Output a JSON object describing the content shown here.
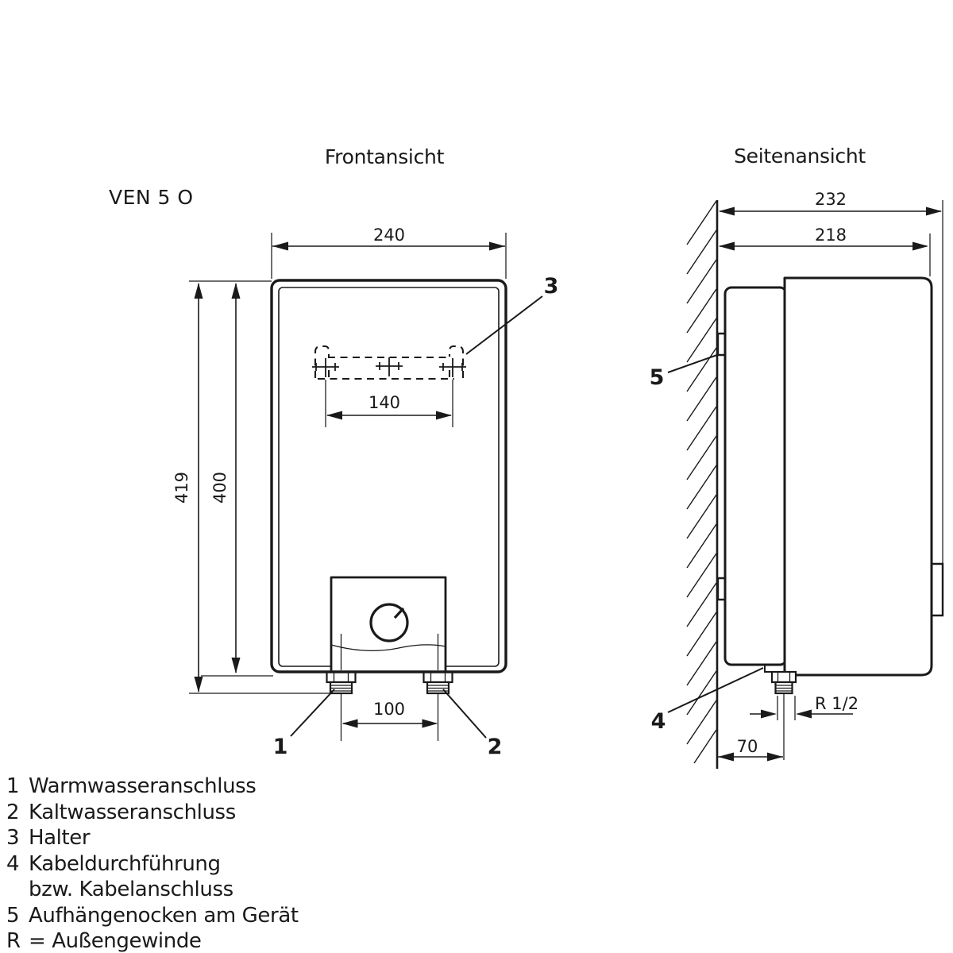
{
  "drawing": {
    "model": "VEN 5 O",
    "views": {
      "front": {
        "title": "Frontansicht"
      },
      "side": {
        "title": "Seitenansicht"
      }
    },
    "dimensions": {
      "front_width": "240",
      "bracket_width": "140",
      "height_total": "419",
      "height_body": "400",
      "connection_spacing": "100",
      "depth_total": "232",
      "depth_body": "218",
      "wall_to_pipe": "70",
      "thread_label": "R 1/2"
    },
    "callouts": {
      "c1": "1",
      "c2": "2",
      "c3": "3",
      "c4": "4",
      "c5": "5"
    },
    "legend": {
      "items": [
        {
          "key": "1",
          "label": "Warmwasseranschluss"
        },
        {
          "key": "2",
          "label": "Kaltwasseranschluss"
        },
        {
          "key": "3",
          "label": "Halter"
        },
        {
          "key": "4",
          "label": "Kabeldurchführung"
        },
        {
          "key": "",
          "label": "bzw. Kabelanschluss"
        },
        {
          "key": "5",
          "label": "Aufhängenocken am Gerät"
        },
        {
          "key": "R",
          "label": "= Außengewinde"
        }
      ]
    },
    "colors": {
      "line": "#1a1a1a",
      "background": "#ffffff"
    }
  }
}
